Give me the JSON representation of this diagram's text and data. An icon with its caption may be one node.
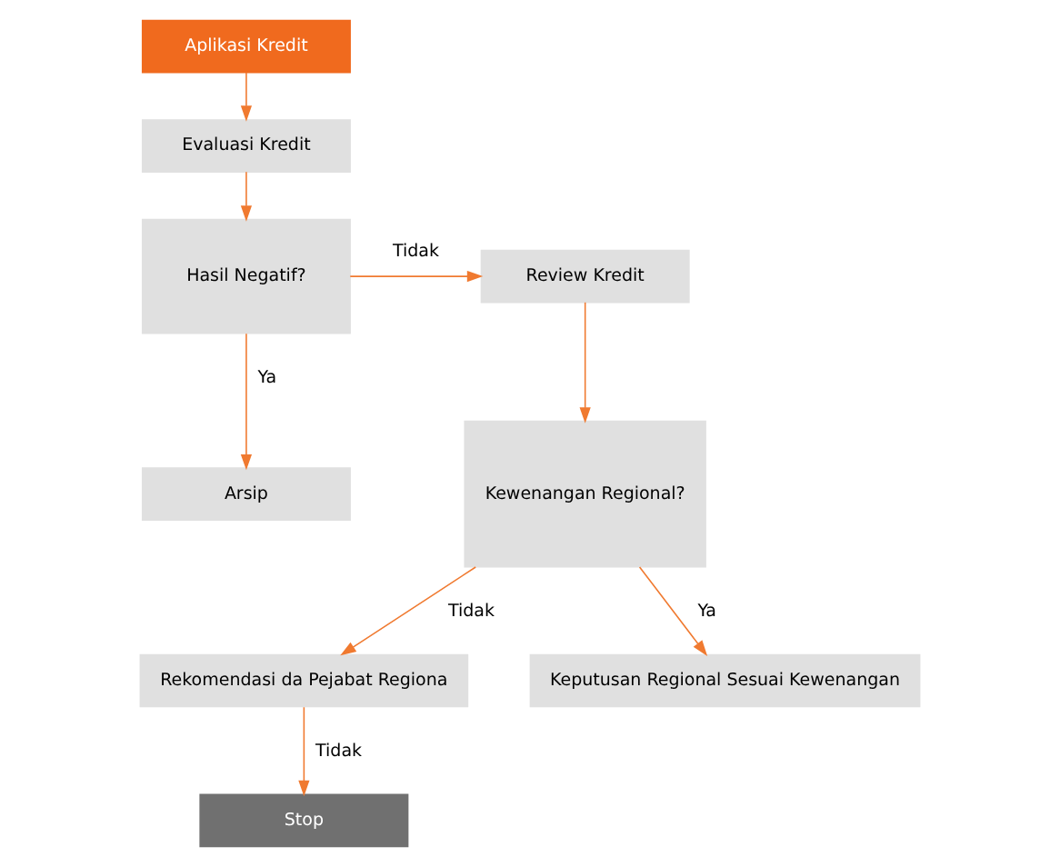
{
  "diagram": {
    "nodes": [
      {
        "text": [
          "Aplikasi Kredit"
        ]
      },
      {
        "text": [
          "Evaluasi Kredit"
        ]
      },
      {
        "text": [
          "Hasil Negatif?"
        ]
      },
      {
        "text": [
          "Arsip"
        ]
      },
      {
        "text": [
          "Review Kredit"
        ]
      },
      {
        "text": [
          "Kewenangan Regional?"
        ]
      },
      {
        "text": [
          "Rekomendasi da Pejabat Regiona"
        ]
      },
      {
        "text": [
          "Keputusan Regional Sesuai Kewenangan"
        ]
      },
      {
        "text": [
          "Stop"
        ]
      }
    ],
    "edges": [
      {
        "from": 0,
        "to": 1,
        "arrow": "to"
      },
      {
        "from": 1,
        "to": 2,
        "arrow": "to"
      },
      {
        "from": 2,
        "to": 3,
        "arrow": "to",
        "label": "Ya"
      },
      {
        "from": 2,
        "to": 4,
        "arrow": "to",
        "label": "Tidak"
      },
      {
        "from": 4,
        "to": 5,
        "arrow": "to"
      },
      {
        "from": 5,
        "to": 6,
        "arrow": "to",
        "label": "Tidak"
      },
      {
        "from": 5,
        "to": 7,
        "arrow": "to",
        "label": "Ya"
      },
      {
        "from": 6,
        "to": 8,
        "arrow": "to",
        "label": "Tidak"
      }
    ]
  }
}
